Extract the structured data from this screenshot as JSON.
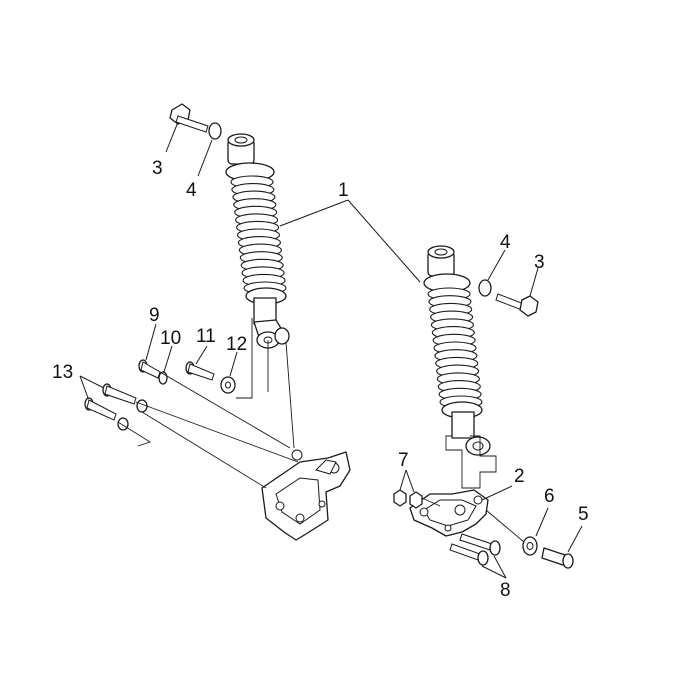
{
  "callouts": [
    {
      "id": "c1",
      "text": "1"
    },
    {
      "id": "c2",
      "text": "2"
    },
    {
      "id": "c3a",
      "text": "3"
    },
    {
      "id": "c3b",
      "text": "3"
    },
    {
      "id": "c4a",
      "text": "4"
    },
    {
      "id": "c4b",
      "text": "4"
    },
    {
      "id": "c5",
      "text": "5"
    },
    {
      "id": "c6",
      "text": "6"
    },
    {
      "id": "c7",
      "text": "7"
    },
    {
      "id": "c8",
      "text": "8"
    },
    {
      "id": "c9",
      "text": "9"
    },
    {
      "id": "c10",
      "text": "10"
    },
    {
      "id": "c11",
      "text": "11"
    },
    {
      "id": "c12",
      "text": "12"
    },
    {
      "id": "c13",
      "text": "13"
    }
  ]
}
